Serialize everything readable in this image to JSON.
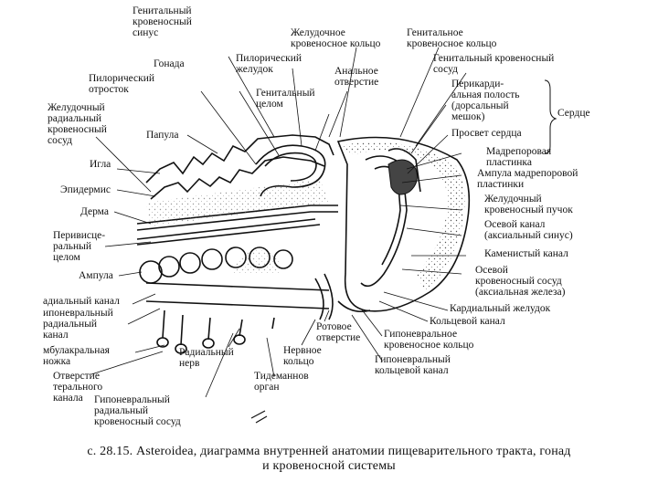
{
  "labels": {
    "gen_sinus": "Генитальный\nкровеносный\nсинус",
    "gonad": "Гонада",
    "pyl_stom": "Пилорический\nжелудок",
    "gastric_ring": "Желудочное\nкровеносное кольцо",
    "gen_ring": "Генитальное\nкровеносное кольцо",
    "gen_vessel": "Генитальный кровеносный\nсосуд",
    "pyl_duct": "Пилорический\nотросток",
    "anal": "Анальное\nотверстие",
    "gen_coelom": "Генитальный\nцелом",
    "pericard": "Перикарди-\nальная полость\n(дорсальный\nмешок)",
    "heart": "Сердце",
    "heart_lumen": "Просвет сердца",
    "gastr_rad_vessel": "Желудочный\nрадиальный\nкровеносный\nсосуд",
    "papula": "Папула",
    "madrep": "Мадрепоровая\nпластинка",
    "spine": "Игла",
    "ampulla_madrep": "Ампула мадрепоровой\nпластинки",
    "epidermis": "Эпидермис",
    "gastr_tuft": "Желудочный\nкровеносный пучок",
    "dermis": "Дерма",
    "axial_canal": "Осевой канал\n(аксиальный синус)",
    "perivisc": "Перивисце-\nральный\nцелом",
    "stone_canal": "Каменистый канал",
    "ampulla": "Ампула",
    "axial_vessel": "Осевой\nкровеносный сосуд\n(аксиальная железа)",
    "rad_canal": "адиальный канал",
    "card_stom": "Кардиальный желудок",
    "hypo_rad": "ипоневральный\nрадиальный\nканал",
    "ring_canal": "Кольцевой канал",
    "mouth": "Ротовое\nотверстие",
    "hyponeural_ring": "Гипоневральное\nкровеносное кольцо",
    "ampulla_foot": "мбулакральная\nножка",
    "rad_nerve": "Радиальный\nнерв",
    "nerve_ring": "Нервное\nкольцо",
    "hypo_ring_canal": "Гипоневральный\nкольцевой канал",
    "lateral_pore": "Отверстие\nтерального\nканала",
    "tiedemann": "Тидеманнов\nорган",
    "hypo_rad_vessel": "Гипоневральный\nрадиальный\nкровеносный сосуд"
  },
  "caption": "с. 28.15. Asteroidea, диаграмма внутренней анатомии пищеварительного тракта, гонад\nи кровеносной системы"
}
